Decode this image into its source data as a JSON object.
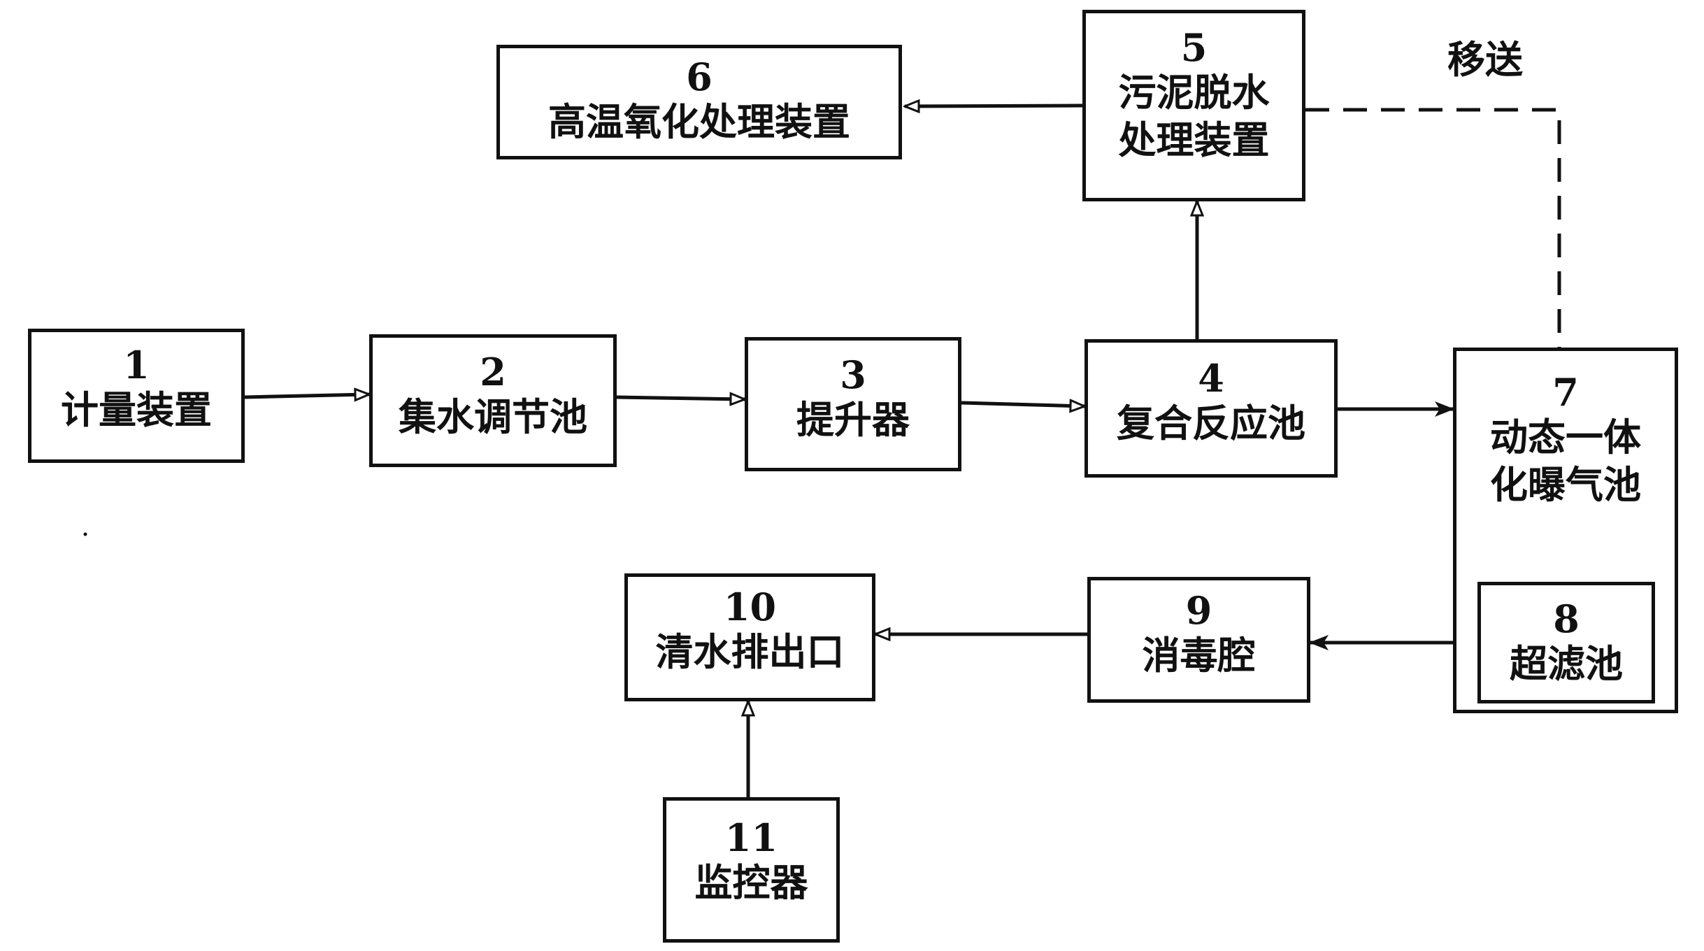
{
  "nodes": {
    "n1": {
      "num": "1",
      "label": "计量装置"
    },
    "n2": {
      "num": "2",
      "label": "集水调节池"
    },
    "n3": {
      "num": "3",
      "label": "提升器"
    },
    "n4": {
      "num": "4",
      "label": "复合反应池"
    },
    "n5": {
      "num": "5",
      "label_line1": "污泥脱水",
      "label_line2": "处理装置"
    },
    "n6": {
      "num": "6",
      "label": "高温氧化处理装置"
    },
    "n7": {
      "num": "7",
      "label_line1": "动态一体",
      "label_line2": "化曝气池"
    },
    "n8": {
      "num": "8",
      "label": "超滤池"
    },
    "n9": {
      "num": "9",
      "label": "消毒腔"
    },
    "n10": {
      "num": "10",
      "label": "清水排出口"
    },
    "n11": {
      "num": "11",
      "label": "监控器"
    }
  },
  "edges": [
    {
      "from": "1",
      "to": "2",
      "style": "solid"
    },
    {
      "from": "2",
      "to": "3",
      "style": "solid"
    },
    {
      "from": "3",
      "to": "4",
      "style": "solid"
    },
    {
      "from": "4",
      "to": "7",
      "style": "solid"
    },
    {
      "from": "4",
      "to": "5",
      "style": "solid"
    },
    {
      "from": "5",
      "to": "6",
      "style": "solid"
    },
    {
      "from": "5",
      "to": "7",
      "style": "dashed",
      "label_key": "annotation"
    },
    {
      "from": "7",
      "to": "9",
      "style": "solid"
    },
    {
      "from": "9",
      "to": "10",
      "style": "solid"
    },
    {
      "from": "11",
      "to": "10",
      "style": "solid"
    }
  ],
  "annotation": "移送",
  "colors": {
    "line": "#111111",
    "background": "#ffffff"
  }
}
